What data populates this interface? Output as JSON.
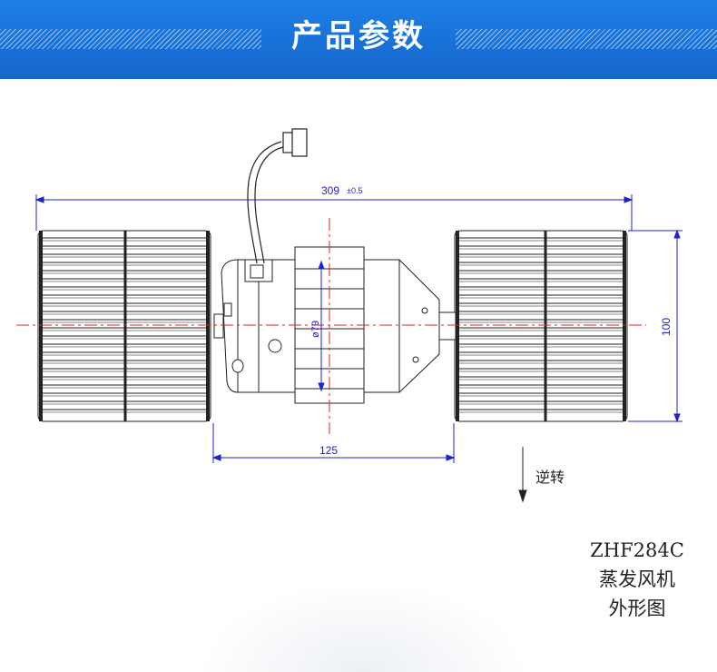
{
  "header": {
    "title": "产品参数",
    "background_color": "#1a73dc"
  },
  "drawing": {
    "overall_length": "309",
    "overall_tolerance": "±0.5",
    "wheel_diameter": "100",
    "motor_diameter": "ø79",
    "center_distance": "125",
    "dimension_color": "#2222cc",
    "centerline_color": "#e02020"
  },
  "rotation": {
    "label": "逆转"
  },
  "caption": {
    "model": "ZHF284C",
    "line2": "蒸发风机",
    "line3": "外形图"
  }
}
